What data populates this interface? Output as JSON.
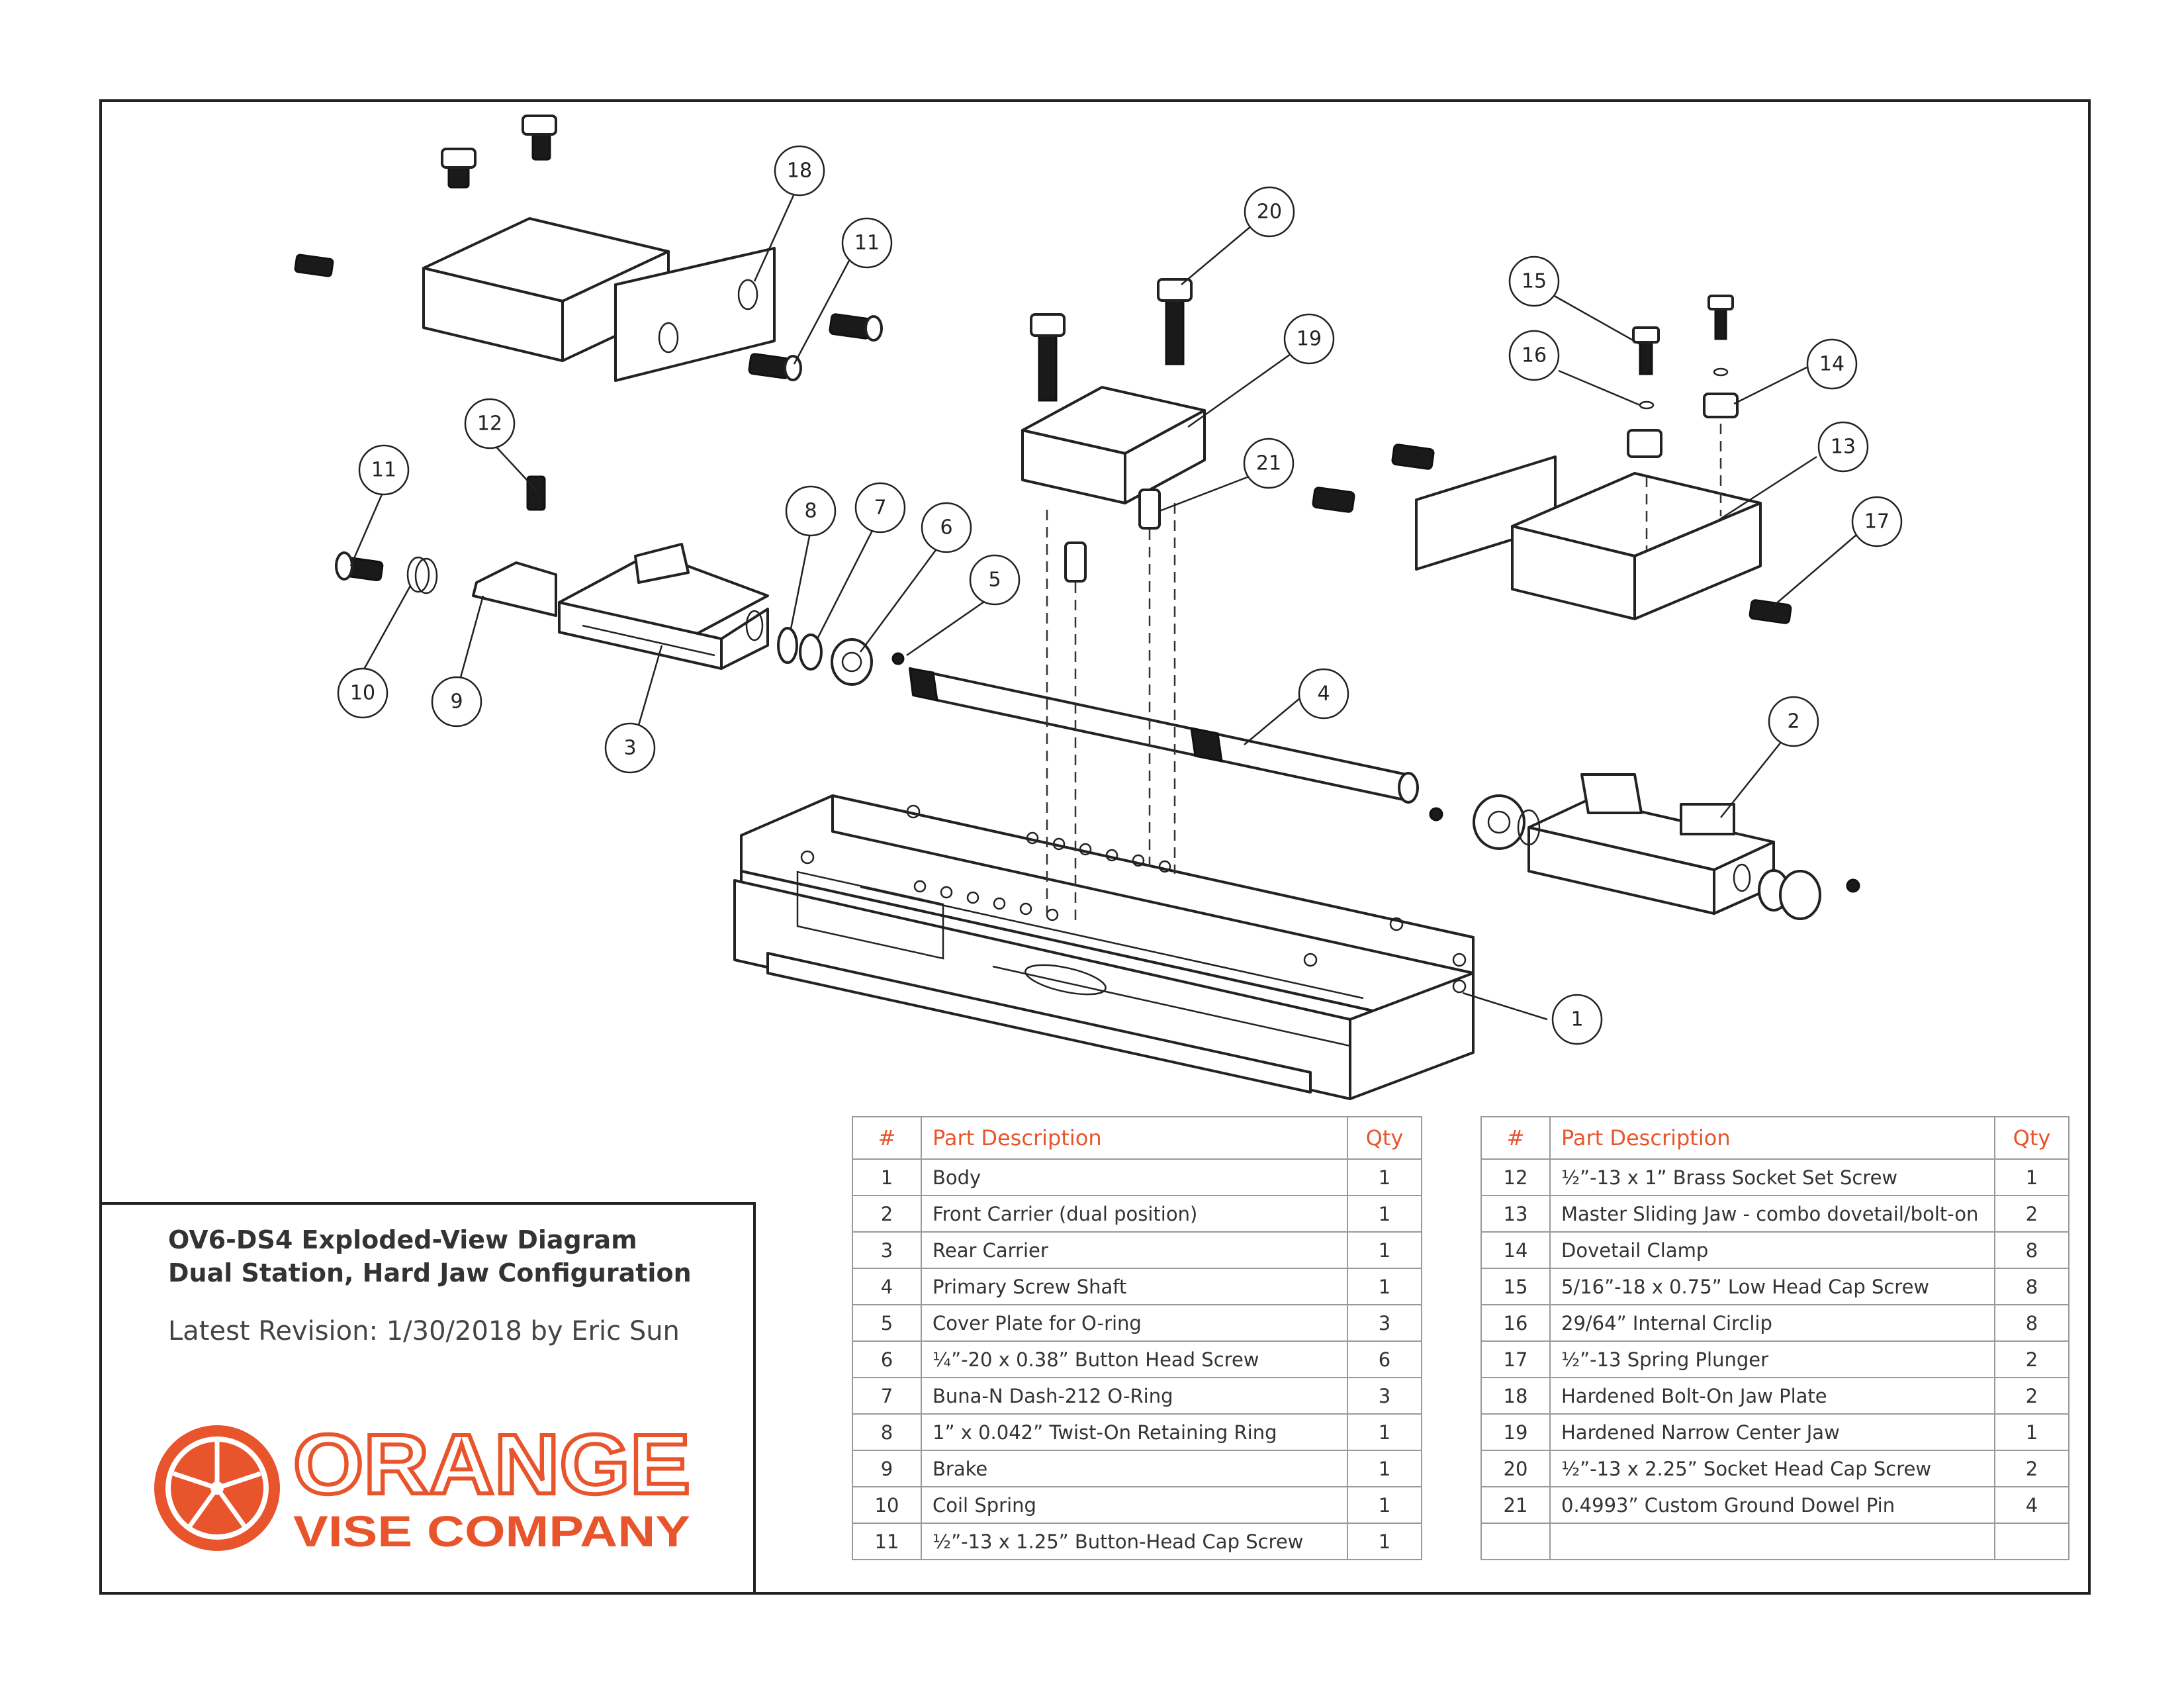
{
  "title_block": {
    "title_line1": "OV6-DS4 Exploded-View Diagram",
    "title_line2": "Dual Station, Hard Jaw Configuration",
    "revision": "Latest Revision: 1/30/2018 by Eric Sun"
  },
  "logo": {
    "word1": "ORANGE",
    "word2": "VISE COMPANY",
    "color": "#e8542b"
  },
  "table_header": {
    "num": "#",
    "description": "Part Description",
    "qty": "Qty"
  },
  "parts_left": [
    {
      "num": "1",
      "description": "Body",
      "qty": "1"
    },
    {
      "num": "2",
      "description": "Front Carrier (dual position)",
      "qty": "1"
    },
    {
      "num": "3",
      "description": "Rear Carrier",
      "qty": "1"
    },
    {
      "num": "4",
      "description": "Primary Screw Shaft",
      "qty": "1"
    },
    {
      "num": "5",
      "description": "Cover Plate for O-ring",
      "qty": "3"
    },
    {
      "num": "6",
      "description": "¼”-20 x 0.38” Button Head Screw",
      "qty": "6"
    },
    {
      "num": "7",
      "description": "Buna-N Dash-212 O-Ring",
      "qty": "3"
    },
    {
      "num": "8",
      "description": "1” x 0.042” Twist-On Retaining Ring",
      "qty": "1"
    },
    {
      "num": "9",
      "description": "Brake",
      "qty": "1"
    },
    {
      "num": "10",
      "description": "Coil Spring",
      "qty": "1"
    },
    {
      "num": "11",
      "description": "½”-13 x 1.25” Button-Head Cap Screw",
      "qty": "1"
    }
  ],
  "parts_right": [
    {
      "num": "12",
      "description": "½”-13 x 1” Brass Socket Set Screw",
      "qty": "1"
    },
    {
      "num": "13",
      "description": "Master Sliding Jaw - combo dovetail/bolt-on",
      "qty": "2"
    },
    {
      "num": "14",
      "description": "Dovetail Clamp",
      "qty": "8"
    },
    {
      "num": "15",
      "description": "5/16”-18 x 0.75” Low Head Cap Screw",
      "qty": "8"
    },
    {
      "num": "16",
      "description": "29/64” Internal Circlip",
      "qty": "8"
    },
    {
      "num": "17",
      "description": "½”-13 Spring Plunger",
      "qty": "2"
    },
    {
      "num": "18",
      "description": "Hardened Bolt-On Jaw Plate",
      "qty": "2"
    },
    {
      "num": "19",
      "description": "Hardened Narrow Center Jaw",
      "qty": "1"
    },
    {
      "num": "20",
      "description": "½”-13 x 2.25” Socket Head Cap Screw",
      "qty": "2"
    },
    {
      "num": "21",
      "description": "0.4993” Custom Ground Dowel Pin",
      "qty": "4"
    },
    {
      "num": "",
      "description": "",
      "qty": ""
    }
  ],
  "callouts": [
    "1",
    "2",
    "3",
    "4",
    "5",
    "6",
    "7",
    "8",
    "9",
    "10",
    "11",
    "11",
    "12",
    "13",
    "14",
    "15",
    "16",
    "17",
    "18",
    "19",
    "20",
    "21"
  ]
}
